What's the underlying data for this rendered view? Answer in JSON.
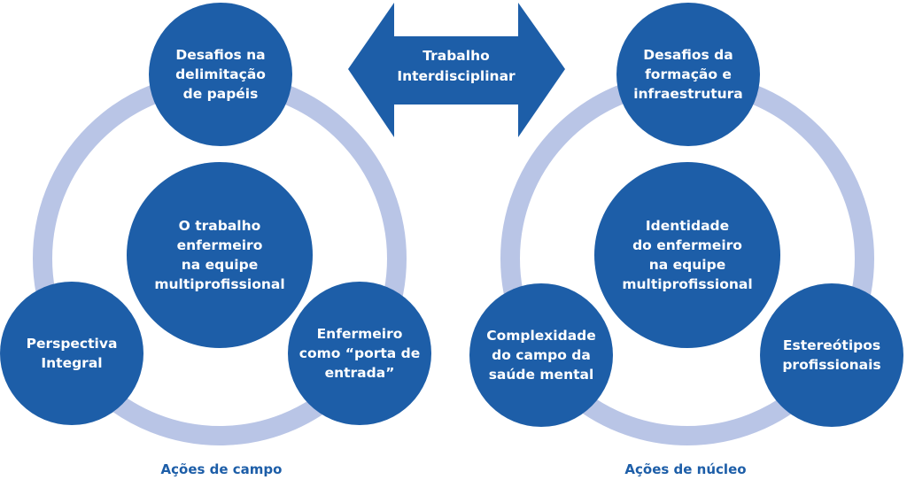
{
  "colors": {
    "node": "#1d5ea8",
    "ring": "#b9c5e6",
    "label": "#1d5ea8"
  },
  "arrow": {
    "label": "Trabalho\nInterdisciplinar"
  },
  "left": {
    "center": "O trabalho\nenfermeiro\nna equipe\nmultiprofissional",
    "top": "Desafios na\ndelimitação\nde papéis",
    "bottom_left": "Perspectiva\nIntegral",
    "bottom_right": "Enfermeiro\ncomo “porta de\nentrada”",
    "caption": "Ações de campo"
  },
  "right": {
    "center": "Identidade\ndo enfermeiro\nna equipe\nmultiprofissional",
    "top": "Desafios da\nformação e\ninfraestrutura",
    "bottom_left": "Complexidade\ndo campo da\nsaúde mental",
    "bottom_right": "Estereótipos\nprofissionais",
    "caption": "Ações de núcleo"
  }
}
